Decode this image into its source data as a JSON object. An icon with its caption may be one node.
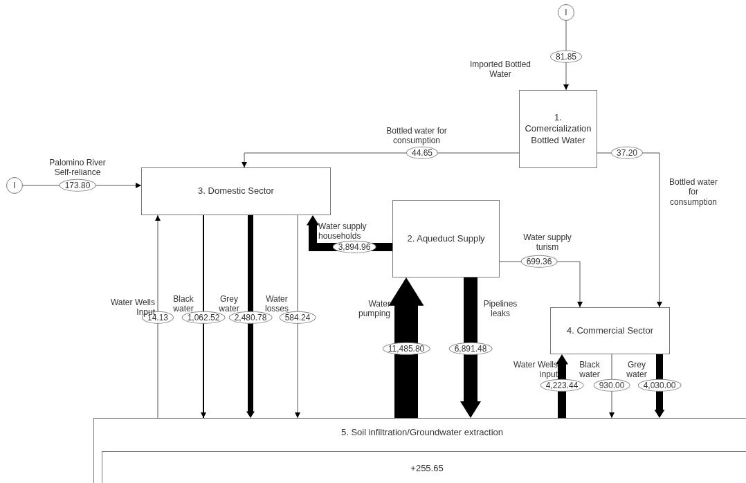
{
  "diagram": {
    "nodes": [
      {
        "text": [
          "I"
        ]
      },
      {
        "text": [
          "1. Comercialization Bottled Water"
        ]
      },
      {
        "text": [
          "I"
        ]
      },
      {
        "text": [
          "3. Domestic Sector"
        ]
      },
      {
        "text": [
          "2. Aqueduct Supply"
        ]
      },
      {
        "text": [
          "4. Commercial Sector"
        ]
      },
      {
        "text": [
          "5. Soil infiltration/Groundwater extraction"
        ]
      },
      {
        "text": [
          "+255.65"
        ],
        "in": 6
      }
    ],
    "edges": [
      {
        "from": 0,
        "to": 1,
        "arrow": "to",
        "label": "81.85"
      },
      {
        "from": 1,
        "to": 3,
        "arrow": "to",
        "label": "44.65"
      },
      {
        "from": 1,
        "to": 5,
        "arrow": "to",
        "label": "37.20"
      },
      {
        "from": 2,
        "to": 3,
        "arrow": "to",
        "label": "173.80"
      },
      {
        "from": 4,
        "to": 3,
        "arrow": "to",
        "label": "3,894.96",
        "style": "thick"
      },
      {
        "from": 4,
        "to": 5,
        "arrow": "to",
        "label": "699.36"
      },
      {
        "from": 6,
        "to": 3,
        "arrow": "to",
        "label": "14.13"
      },
      {
        "from": 3,
        "to": 6,
        "arrow": "to",
        "label": "1,062.52"
      },
      {
        "from": 3,
        "to": 6,
        "arrow": "to",
        "label": "2,480.78",
        "style": "thick"
      },
      {
        "from": 3,
        "to": 6,
        "arrow": "to",
        "label": "584.24"
      },
      {
        "from": 6,
        "to": 4,
        "arrow": "to",
        "label": "11,485.80",
        "style": "thick"
      },
      {
        "from": 4,
        "to": 6,
        "arrow": "to",
        "label": "6,891.48",
        "style": "thick"
      },
      {
        "from": 6,
        "to": 5,
        "arrow": "to",
        "label": "4,223.44",
        "style": "thick"
      },
      {
        "from": 5,
        "to": 6,
        "arrow": "to",
        "label": "930.00"
      },
      {
        "from": 5,
        "to": 6,
        "arrow": "to",
        "label": "4,030.00",
        "style": "thick"
      }
    ],
    "labels": [
      "Imported Bottled Water",
      "Bottled water for consumption",
      "Bottled water for consumption",
      "Palomino River Self-reliance",
      "Water supply households",
      "Water supply turism",
      "Water Wells Input",
      "Black water",
      "Grey water",
      "Water losses",
      "Water pumping",
      "Pipelines leaks",
      "Water Wells input",
      "Black water",
      "Grey water"
    ]
  }
}
